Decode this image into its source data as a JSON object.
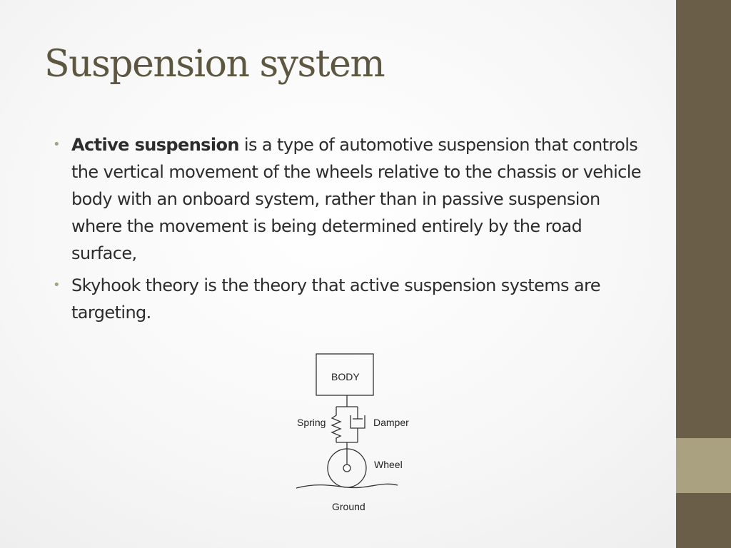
{
  "slide": {
    "title": "Suspension system",
    "bullets": [
      {
        "bold": "Active suspension",
        "text": " is a type of automotive suspension that controls the vertical movement of the wheels relative to the chassis or vehicle body with an onboard system, rather than in passive suspension where the movement is being determined entirely by the road surface,"
      },
      {
        "bold": "",
        "text": "Skyhook theory is the theory that active suspension systems are targeting."
      }
    ],
    "bullet_glyph": "•"
  },
  "diagram": {
    "body_label": "BODY",
    "spring_label": "Spring",
    "damper_label": "Damper",
    "wheel_label": "Wheel",
    "ground_label": "Ground"
  },
  "theme": {
    "title_color": "#5d5742",
    "sidebar_color": "#6b5e48",
    "accent_color": "#a9a17f"
  }
}
